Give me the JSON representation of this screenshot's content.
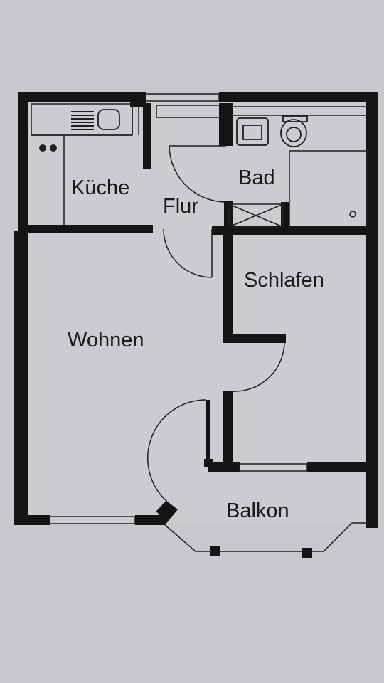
{
  "rooms": {
    "kueche": "Küche",
    "flur": "Flur",
    "bad": "Bad",
    "schlafen": "Schlafen",
    "wohnen": "Wohnen",
    "balkon": "Balkon"
  },
  "colors": {
    "paper": "#c9c7cb",
    "wall": "#141414",
    "line": "#1f1f1f",
    "floor": "#cfcdd1"
  }
}
